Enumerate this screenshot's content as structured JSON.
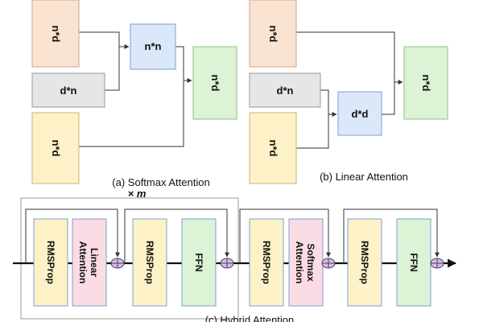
{
  "colors": {
    "orange": "#fbe3d2",
    "orange_stroke": "#c9a78d",
    "gray": "#e6e6e6",
    "gray_stroke": "#9a9a9a",
    "yellow": "#fdf2c7",
    "yellow_stroke": "#c8b77a",
    "blue": "#dbe8fa",
    "blue_stroke": "#7d9fd0",
    "green": "#dcf3d6",
    "green_stroke": "#8fbf86",
    "pink": "#fbdbe4",
    "pink_stroke": "#d39aab",
    "adder": "#d5b8f0"
  },
  "panel_a": {
    "q_label": "n*d",
    "k_label": "d*n",
    "v_label": "n*d",
    "score_label": "n*n",
    "out_label": "n*d",
    "caption": "(a) Softmax Attention"
  },
  "panel_b": {
    "q_label": "n*d",
    "k_label": "d*n",
    "v_label": "n*d",
    "kv_label": "d*d",
    "out_label": "n*d",
    "caption": "(b) Linear Attention"
  },
  "panel_c": {
    "repeat_label": "× m",
    "blocks": [
      "RMSProp",
      "Linear Attention",
      "RMSProp",
      "FFN",
      "RMSProp",
      "Softmax Attention",
      "RMSProp",
      "FFN"
    ],
    "caption": "(c) Hybrid Attention"
  }
}
